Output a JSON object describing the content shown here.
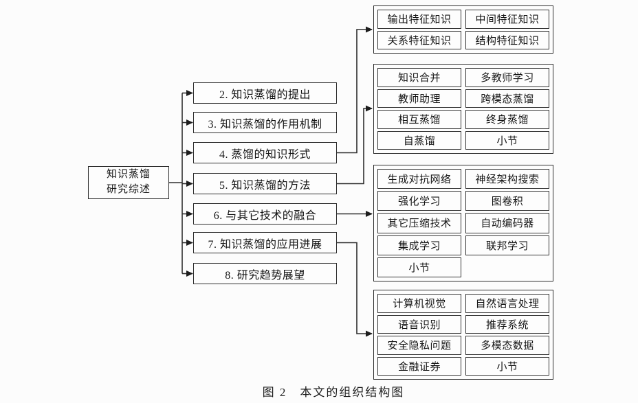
{
  "figure": {
    "caption": "图 2　本文的组织结构图",
    "root": {
      "line1": "知识蒸馏",
      "line2": "研究综述"
    },
    "chapters": [
      {
        "label": "2. 知识蒸馏的提出"
      },
      {
        "label": "3. 知识蒸馏的作用机制"
      },
      {
        "label": "4. 蒸馏的知识形式"
      },
      {
        "label": "5. 知识蒸馏的方法"
      },
      {
        "label": "6. 与其它技术的融合"
      },
      {
        "label": "7. 知识蒸馏的应用进展"
      },
      {
        "label": "8. 研究趋势展望"
      }
    ],
    "groups": [
      {
        "from": "4. 蒸馏的知识形式",
        "rows": [
          [
            "输出特征知识",
            "中间特征知识"
          ],
          [
            "关系特征知识",
            "结构特征知识"
          ]
        ]
      },
      {
        "from": "5. 知识蒸馏的方法",
        "rows": [
          [
            "知识合并",
            "多教师学习"
          ],
          [
            "教师助理",
            "跨模态蒸馏"
          ],
          [
            "相互蒸馏",
            "终身蒸馏"
          ],
          [
            "自蒸馏",
            "小节"
          ]
        ]
      },
      {
        "from": "6. 与其它技术的融合",
        "rows": [
          [
            "生成对抗网络",
            "神经架构搜索"
          ],
          [
            "强化学习",
            "图卷积"
          ],
          [
            "其它压缩技术",
            "自动编码器"
          ],
          [
            "集成学习",
            "联邦学习"
          ],
          [
            "小节",
            null
          ]
        ]
      },
      {
        "from": "7. 知识蒸馏的应用进展",
        "rows": [
          [
            "计算机视觉",
            "自然语言处理"
          ],
          [
            "语音识别",
            "推荐系统"
          ],
          [
            "安全隐私问题",
            "多模态数据"
          ],
          [
            "金融证券",
            "小节"
          ]
        ]
      }
    ],
    "colors": {
      "line": "#2e2e2e",
      "text": "#141414",
      "background": "#fcfcfc",
      "box_fill": "#fdfdfd"
    }
  }
}
